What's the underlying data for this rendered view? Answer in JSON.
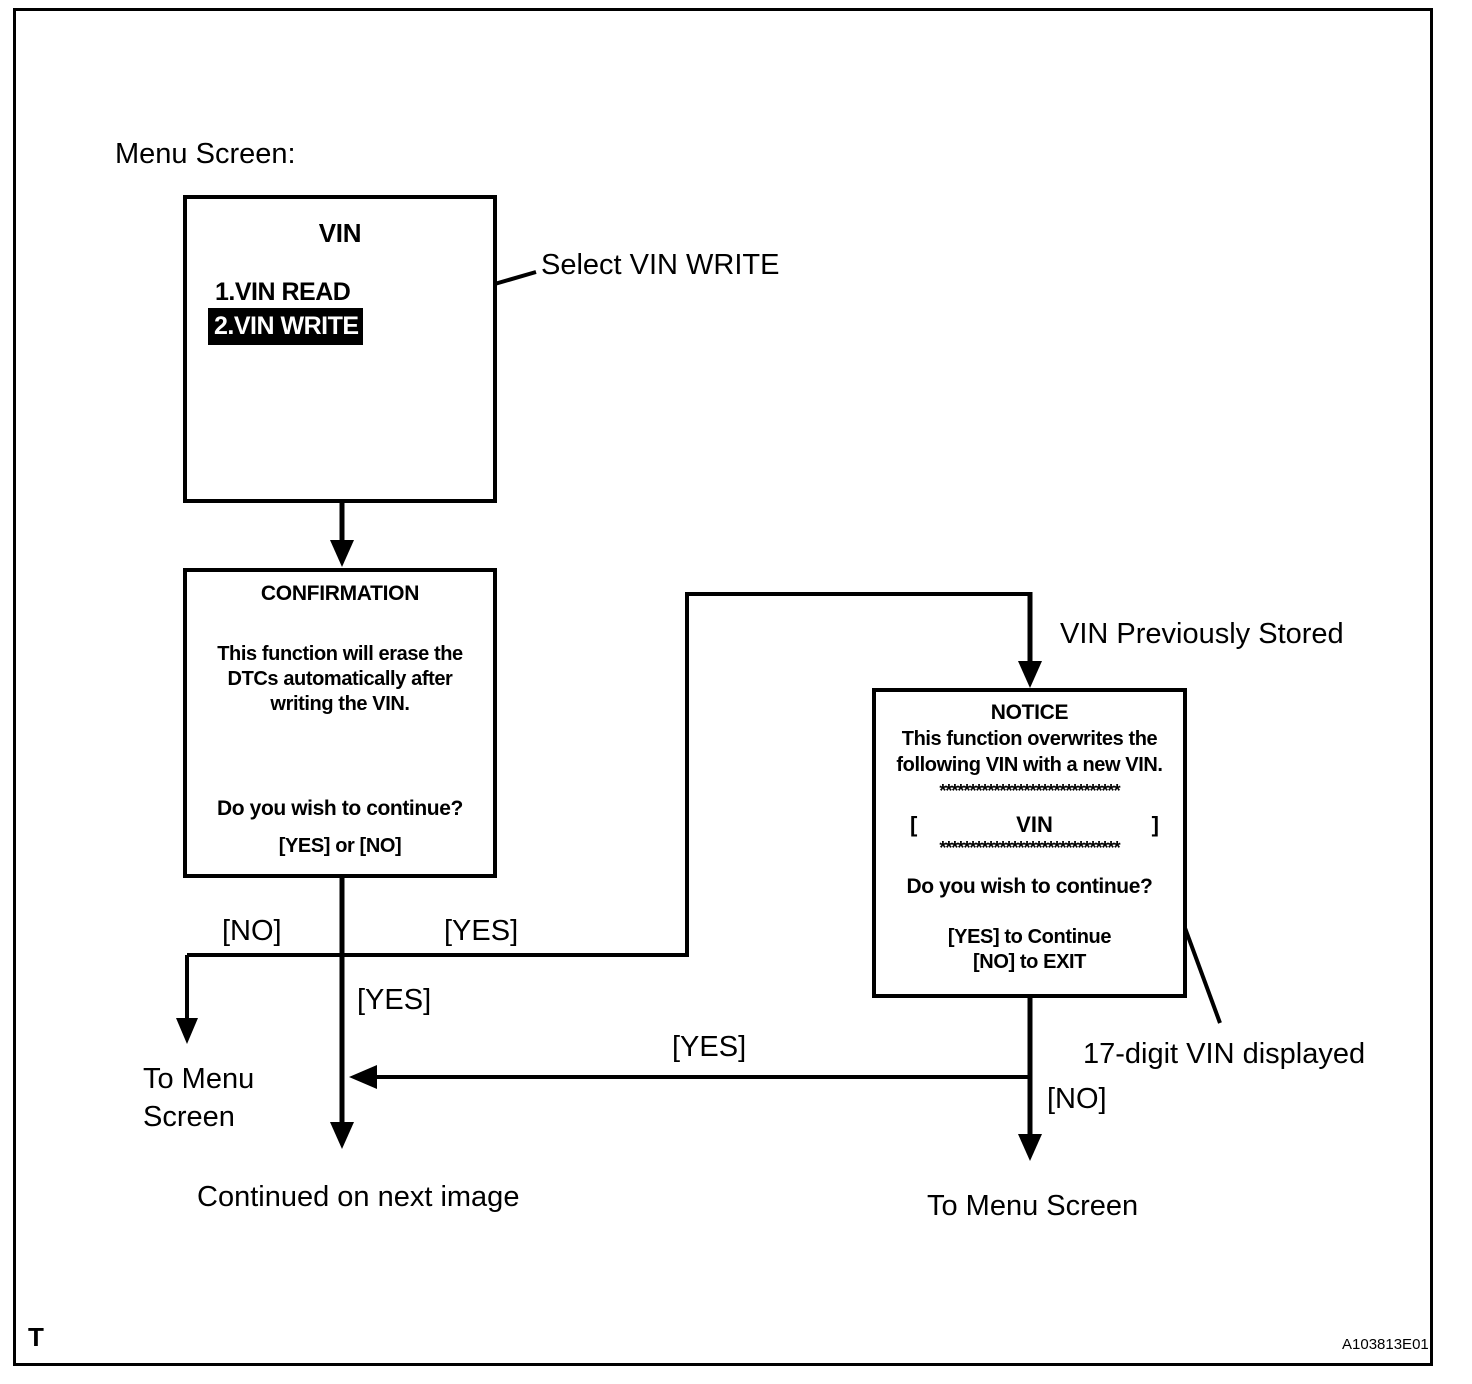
{
  "page": {
    "corner_mark": "T",
    "figure_id": "A103813E01"
  },
  "labels": {
    "menu_screen": "Menu Screen:",
    "select_vin_write": "Select VIN WRITE",
    "vin_previously_stored": "VIN Previously Stored",
    "vin_digits_note": "17-digit VIN displayed",
    "continued": "Continued on next image",
    "to_menu_line1": "To Menu",
    "to_menu_line2": "Screen",
    "to_menu_screen": "To Menu Screen"
  },
  "edges": {
    "confirm_no": "[NO]",
    "confirm_yes_right": "[YES]",
    "confirm_yes_down": "[YES]",
    "notice_yes_return": "[YES]",
    "notice_no": "[NO]"
  },
  "vin_menu": {
    "title": "VIN",
    "item_read": "1.VIN READ",
    "item_write": "2.VIN WRITE"
  },
  "confirmation": {
    "title": "CONFIRMATION",
    "lines": [
      "This function will erase the",
      "DTCs automatically after",
      "writing the VIN."
    ],
    "question": "Do you wish to continue?",
    "options": "[YES] or [NO]"
  },
  "notice": {
    "title": "NOTICE",
    "lines": [
      "This function overwrites the",
      "following VIN with a new VIN."
    ],
    "asterisks": "******************************",
    "vin_open": "[",
    "vin_label": "VIN",
    "vin_close": "]",
    "question": "Do you wish to continue?",
    "option_yes": "[YES] to Continue",
    "option_no": "[NO] to EXIT"
  }
}
